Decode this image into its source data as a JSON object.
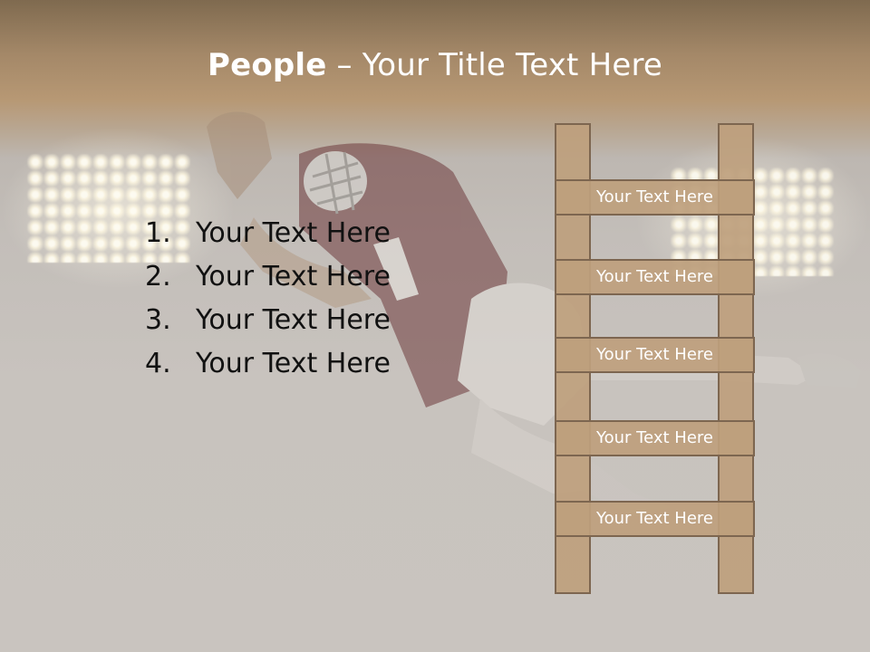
{
  "slide": {
    "title_bold": "People",
    "title_rest": " – Your Title Text Here"
  },
  "list": {
    "items": [
      {
        "number": "1.",
        "text": "Your Text Here"
      },
      {
        "number": "2.",
        "text": "Your Text Here"
      },
      {
        "number": "3.",
        "text": "Your Text Here"
      },
      {
        "number": "4.",
        "text": "Your Text Here"
      }
    ]
  },
  "ladder": {
    "rungs": [
      "Your Text Here",
      "Your Text Here",
      "Your Text Here",
      "Your Text Here",
      "Your Text Here"
    ]
  },
  "colors": {
    "header_brown": "#a48868",
    "ladder_fill": "#bea07d",
    "ladder_border": "#7d6650",
    "background_gray": "#c8c3be",
    "jersey_maroon": "#6e3a3c"
  },
  "icons": [
    "stadium-lights-image",
    "football-player-image",
    "ladder-graphic"
  ]
}
